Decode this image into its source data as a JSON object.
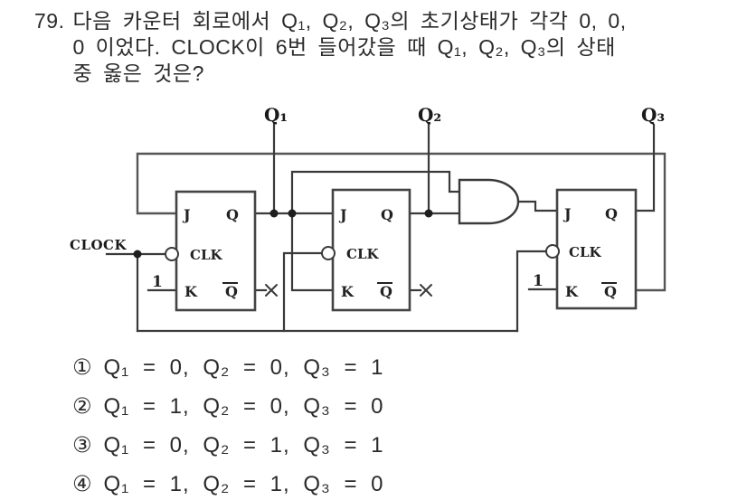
{
  "question": {
    "number": "79.",
    "lines": [
      "다음 카운터 회로에서 Q₁, Q₂, Q₃의 초기상태가 각각 0, 0,",
      "0 이었다. CLOCK이 6번 들어갔을 때 Q₁, Q₂, Q₃의 상태",
      "중 옳은 것은?"
    ]
  },
  "circuit": {
    "clock_label": "CLOCK",
    "output_labels": [
      "Q₁",
      "Q₂",
      "Q₃"
    ],
    "k_const": "1",
    "pin_labels": {
      "j": "J",
      "clk": "CLK",
      "k": "K",
      "q": "Q",
      "qbar": "Q"
    },
    "ink_color": "#3a3a3a"
  },
  "choices": [
    {
      "marker": "①",
      "text": "Q₁ = 0, Q₂ = 0, Q₃ = 1"
    },
    {
      "marker": "②",
      "text": "Q₁ = 1, Q₂ = 0, Q₃ = 0"
    },
    {
      "marker": "③",
      "text": "Q₁ = 0, Q₂ = 1, Q₃ = 1"
    },
    {
      "marker": "④",
      "text": "Q₁ = 1, Q₂ = 1, Q₃ = 0"
    }
  ]
}
